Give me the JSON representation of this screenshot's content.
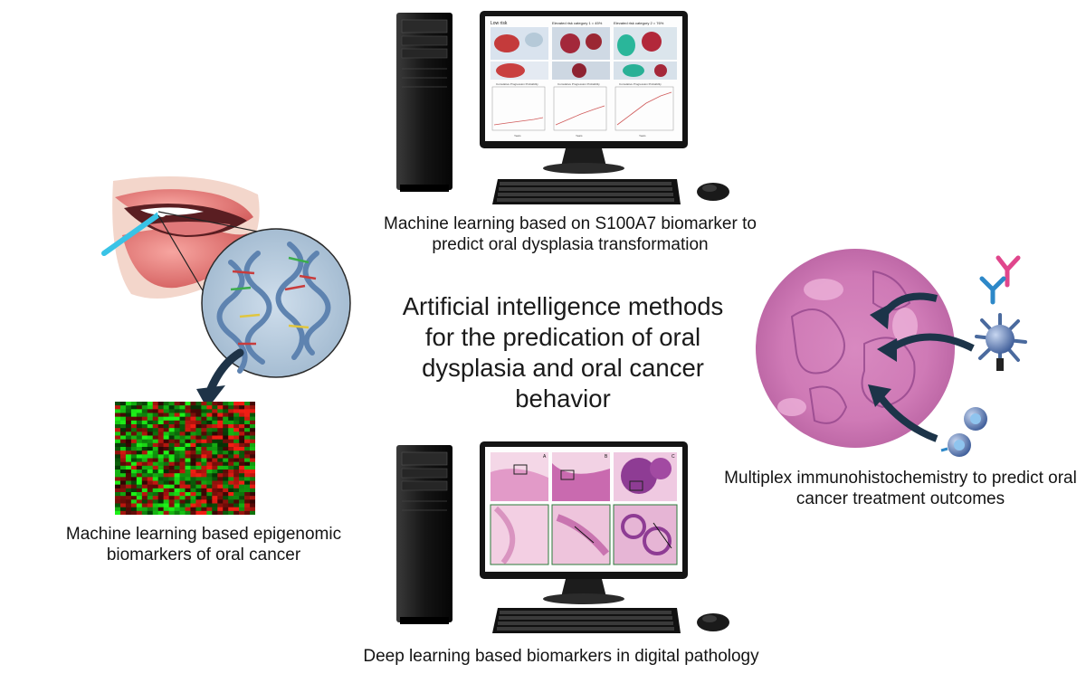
{
  "center_title": "Artificial intelligence methods for the predication of oral dysplasia and oral cancer behavior",
  "captions": {
    "top": "Machine learning based on S100A7 biomarker to predict oral dysplasia transformation",
    "left": "Machine learning based epigenomic biomarkers of oral cancer",
    "right": "Multiplex immunohistochemistry to predict oral cancer treatment outcomes",
    "bottom": "Deep learning based biomarkers in digital pathology"
  },
  "top_monitor": {
    "panel_titles": [
      "Low risk",
      "Elevated risk category 1 = 45%",
      "Elevated risk category 2 = 76%"
    ],
    "plot_title": "Cumulative Progression Probability",
    "x_axis_label": "Years"
  },
  "bottom_monitor": {
    "panel_letters": [
      "A",
      "B",
      "C"
    ]
  }
}
